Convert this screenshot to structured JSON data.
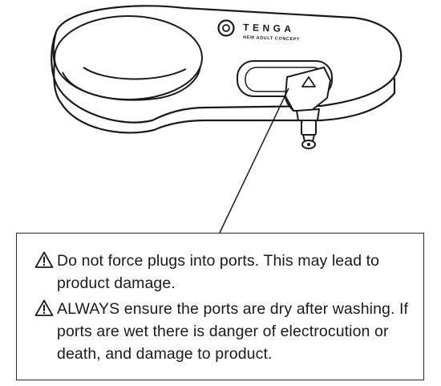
{
  "device": {
    "brand_logo": "TENGA",
    "brand_tagline": "NEW ADULT CONCEPT",
    "plug_direction_icon": "triangle-up-icon"
  },
  "warnings": [
    {
      "icon": "warning-triangle-icon",
      "lines": [
        "Do not force plugs into ports. This may lead to",
        "product damage."
      ]
    },
    {
      "icon": "warning-triangle-icon",
      "lines": [
        "ALWAYS ensure the ports are dry after washing. If",
        "ports are wet there is danger of electrocution or",
        "death, and damage to product."
      ]
    }
  ]
}
